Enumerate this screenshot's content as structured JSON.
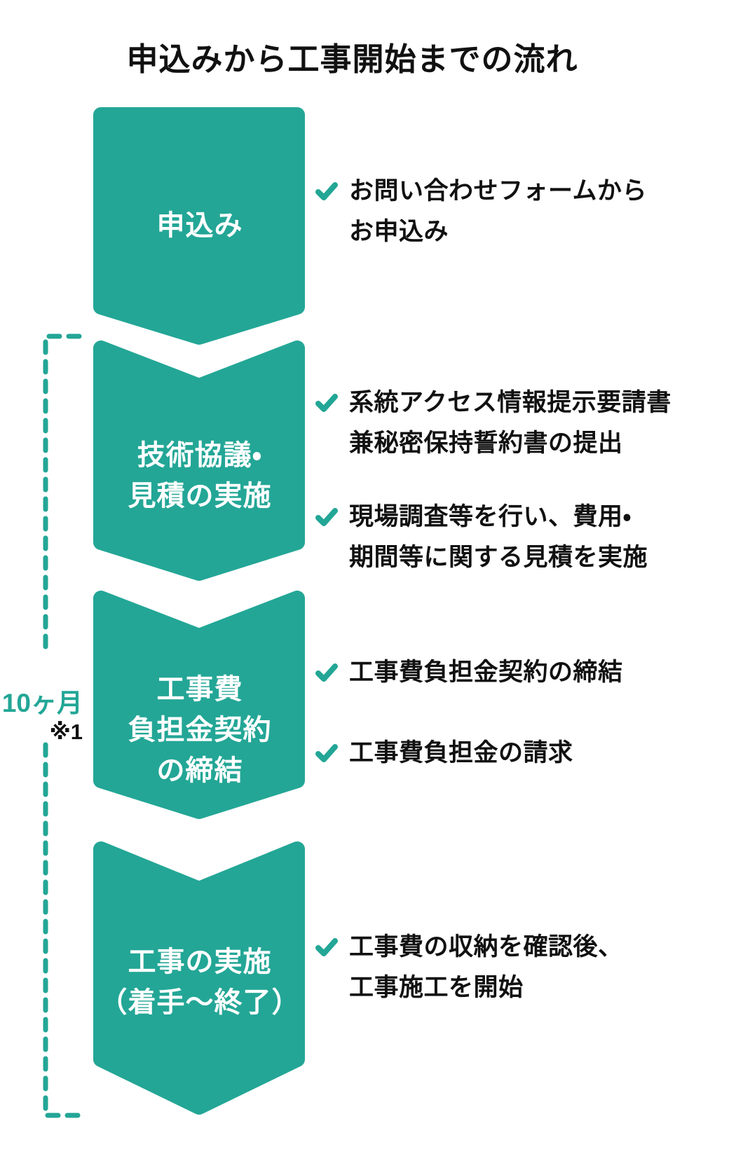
{
  "title": "申込みから工事開始までの流れ",
  "colors": {
    "teal": "#23A696",
    "text": "#111111",
    "box_label_text": "#FFFFFF",
    "background": "#FFFFFF"
  },
  "timeline": {
    "duration": "10ヶ月",
    "note": "※1"
  },
  "steps": [
    {
      "label_lines": [
        "申込み"
      ],
      "bullets": [
        {
          "lines": [
            "お問い合わせフォームから",
            "お申込み"
          ]
        }
      ]
    },
    {
      "label_lines": [
        "技術協議・",
        "見積の実施"
      ],
      "bullets": [
        {
          "lines": [
            "系統アクセス情報提示要請書",
            "兼秘密保持誓約書の提出"
          ]
        },
        {
          "lines": [
            "現場調査等を行い、費用・",
            "期間等に関する見積を実施"
          ]
        }
      ]
    },
    {
      "label_lines": [
        "工事費",
        "負担金契約",
        "の締結"
      ],
      "bullets": [
        {
          "lines": [
            "工事費負担金契約の締結"
          ]
        },
        {
          "lines": [
            "工事費負担金の請求"
          ]
        }
      ]
    },
    {
      "label_lines": [
        "工事の実施",
        "（着手〜終了）"
      ],
      "bullets": [
        {
          "lines": [
            "工事費の収納を確認後、",
            "工事施工を開始"
          ]
        }
      ]
    }
  ]
}
